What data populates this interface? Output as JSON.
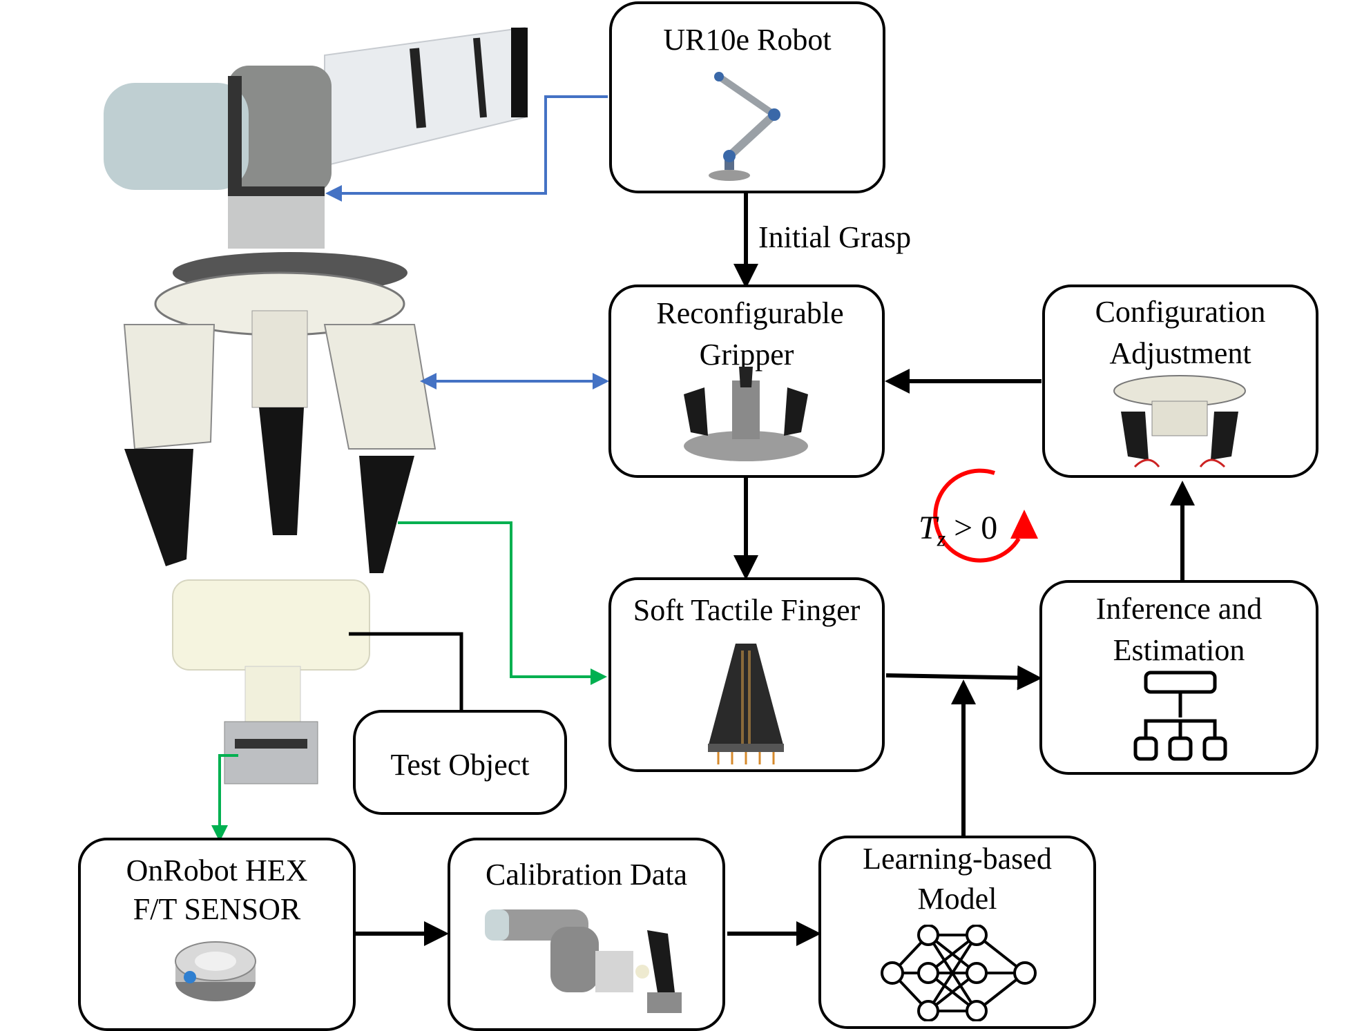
{
  "nodes": {
    "ur10e": {
      "title": "UR10e Robot"
    },
    "gripper": {
      "title_line1": "Reconfigurable",
      "title_line2": "Gripper"
    },
    "config": {
      "title_line1": "Configuration",
      "title_line2": "Adjustment"
    },
    "finger": {
      "title": "Soft Tactile Finger"
    },
    "inference": {
      "title_line1": "Inference and",
      "title_line2": "Estimation"
    },
    "test_object": {
      "title": "Test Object"
    },
    "onrobot": {
      "title_line1": "OnRobot HEX",
      "title_line2": "F/T SENSOR"
    },
    "calibration": {
      "title": "Calibration Data"
    },
    "learning": {
      "title_line1": "Learning-based",
      "title_line2": "Model"
    }
  },
  "edge_labels": {
    "initial_grasp": "Initial Grasp"
  },
  "torque": {
    "symbol": "T",
    "subscript": "z",
    "relation": "> 0"
  },
  "colors": {
    "blue": "#4472c4",
    "green": "#00b050",
    "red": "#ff0000",
    "black": "#000000"
  },
  "icons": [
    "robot-arm-illustration",
    "gripper-illustration",
    "finger-illustration",
    "hierarchy-icon",
    "neural-network-icon",
    "ft-sensor-illustration"
  ]
}
